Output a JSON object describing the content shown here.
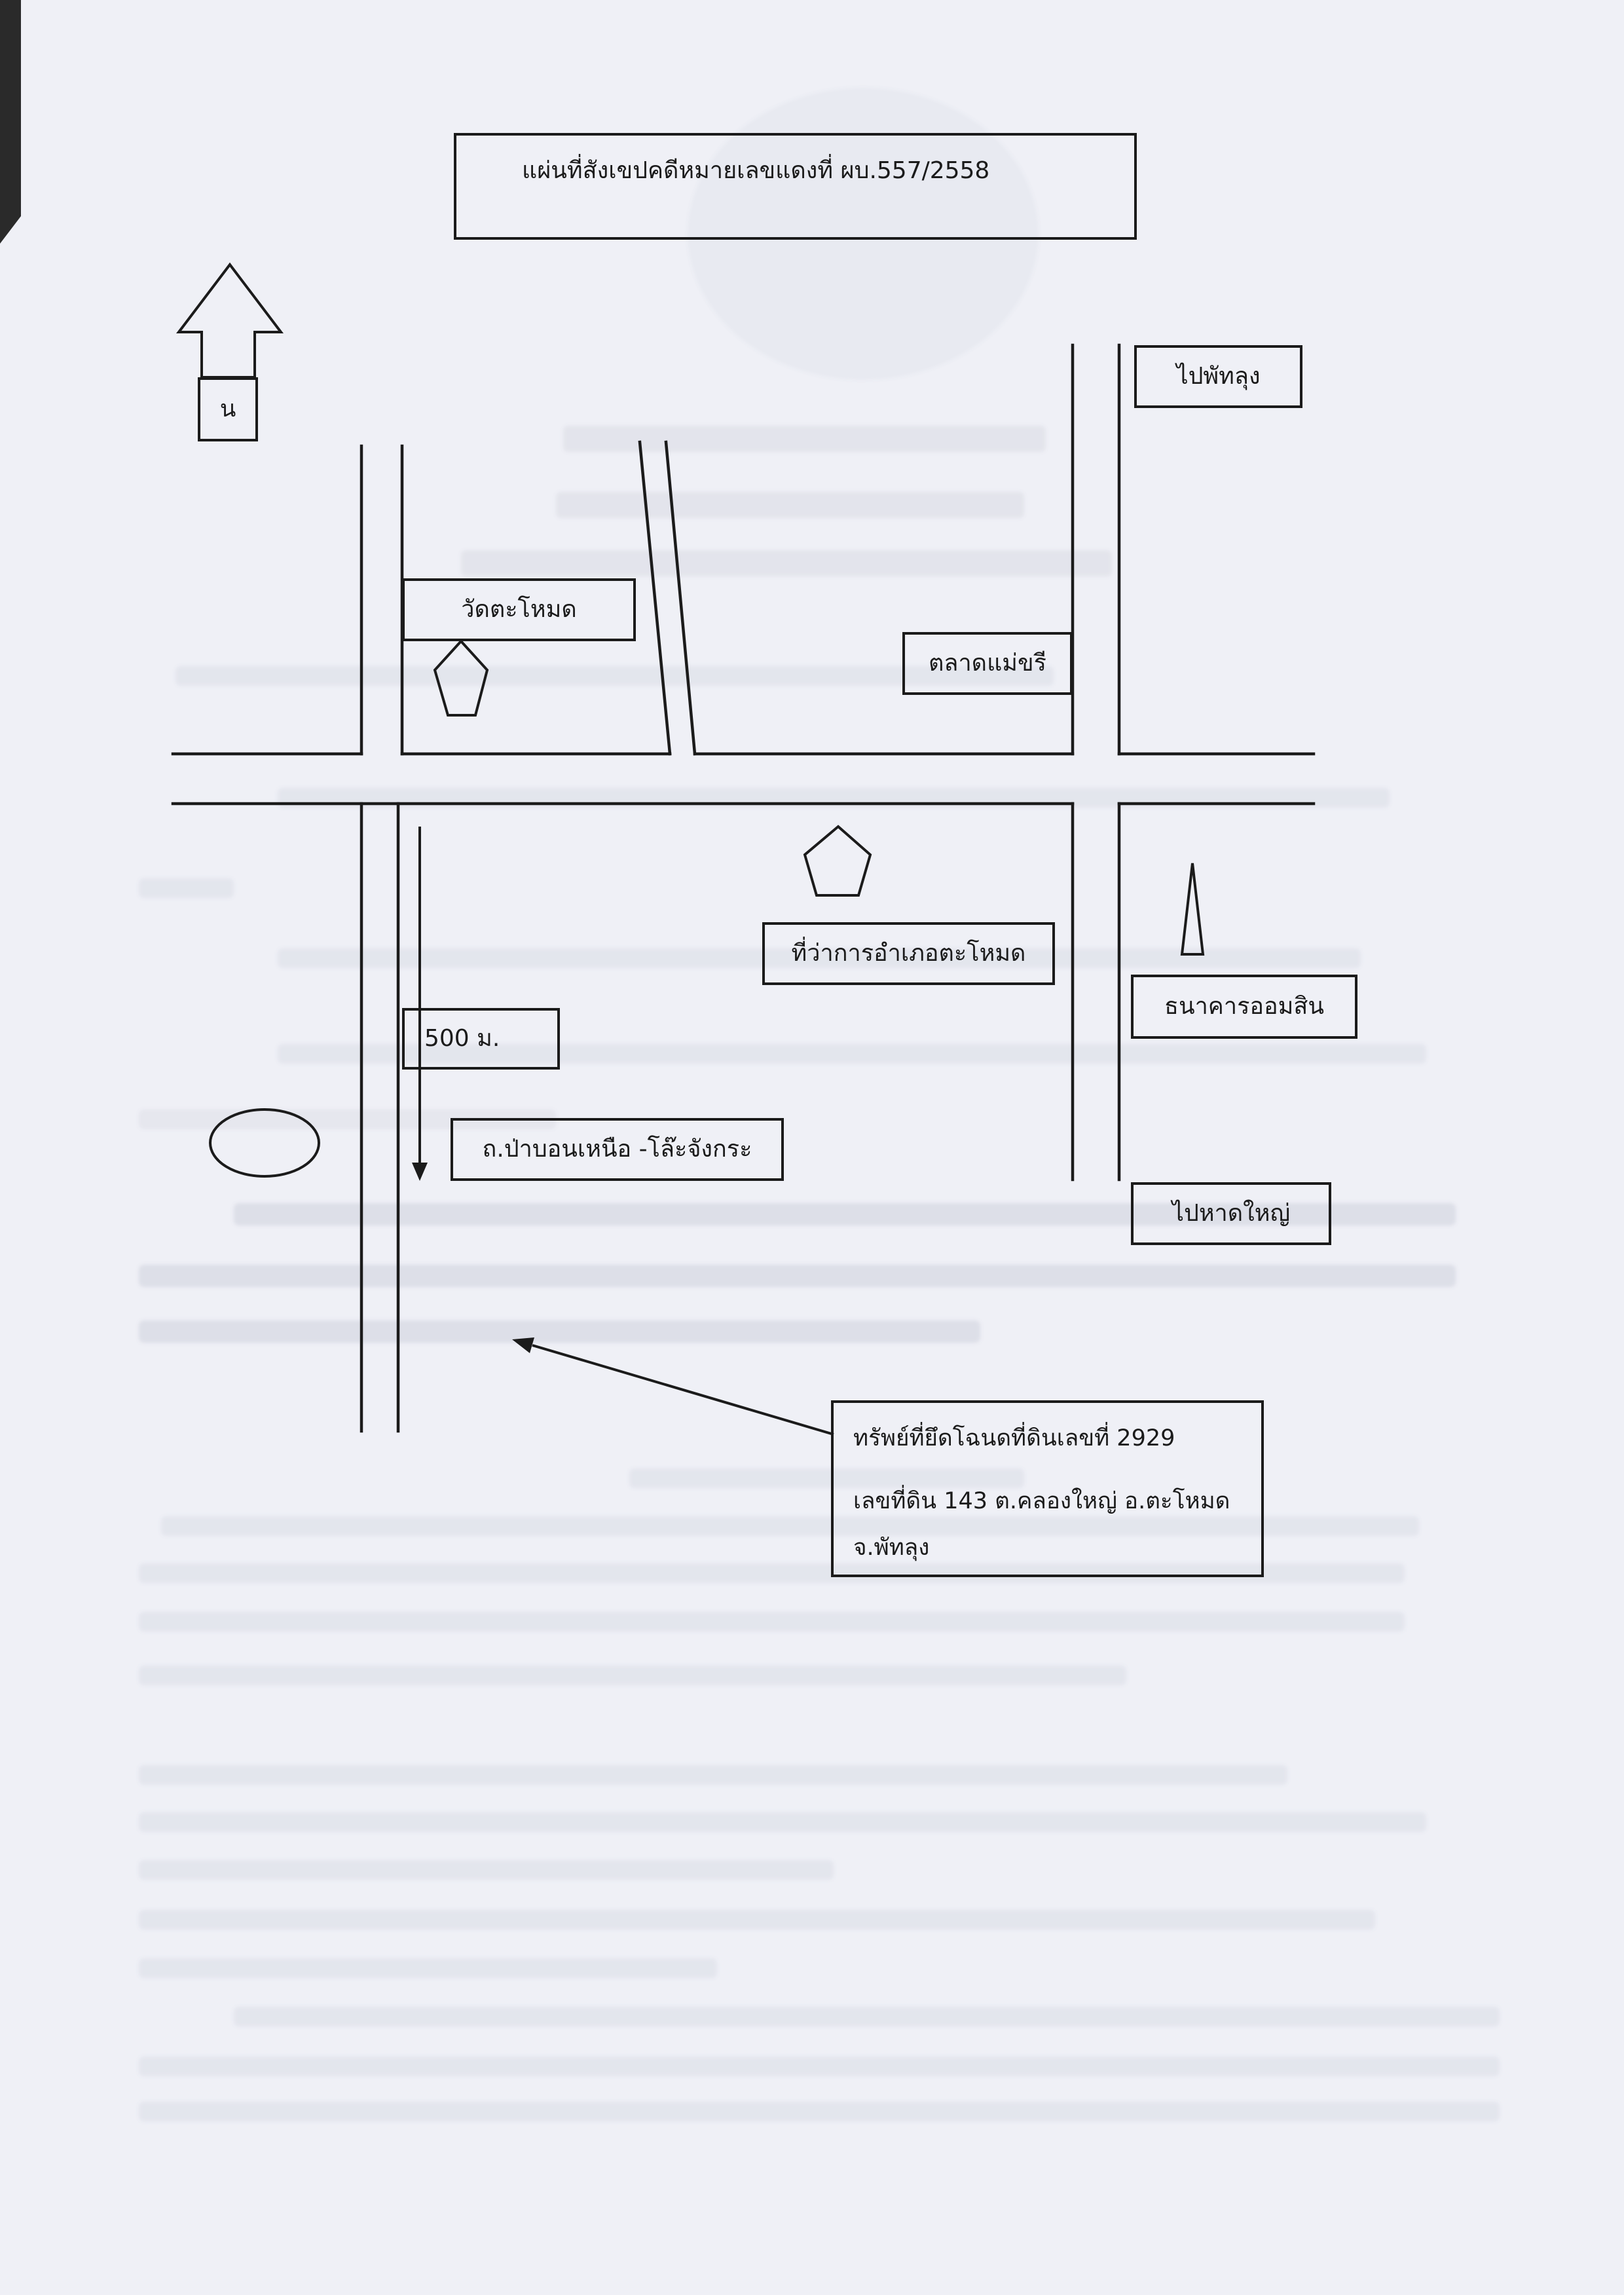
{
  "map": {
    "title": "แผ่นที่สังเขปคดีหมายเลขแดงที่ ผบ.557/2558",
    "north_label": "น",
    "labels": {
      "to_phatthalung": "ไปพัทลุง",
      "wat_tamot": "วัดตะโหมด",
      "mae_khari_market": "ตลาดแม่ขรี",
      "district_office": "ที่ว่าการอำเภอตะโหมด",
      "gsb_bank": "ธนาคารออมสิน",
      "distance": "500 ม.",
      "road_name": "ถ.ป่าบอนเหนือ -โล๊ะจังกระ",
      "to_hat_yai": "ไปหาดใหญ่"
    },
    "property": {
      "lines": [
        "ทรัพย์ที่ยึดโฉนดที่ดินเลขที่ 2929",
        "เลขที่ดิน 143 ต.คลองใหญ่ อ.ตะโหมด",
        "จ.พัทลุง"
      ]
    },
    "icons": {
      "north": "north-arrow-icon",
      "temple": "pentagon-marker-icon",
      "district_office": "pentagon-marker-icon",
      "bank": "spire-marker-icon",
      "site": "oval-marker-icon",
      "route": "down-arrow-icon",
      "pointer": "pointer-arrow-icon"
    }
  },
  "colors": {
    "ink": "#1b1b1b",
    "paper": "#eff0f6",
    "scan_edge": "#2a2a2a",
    "bleed_through": "#7c8198"
  }
}
